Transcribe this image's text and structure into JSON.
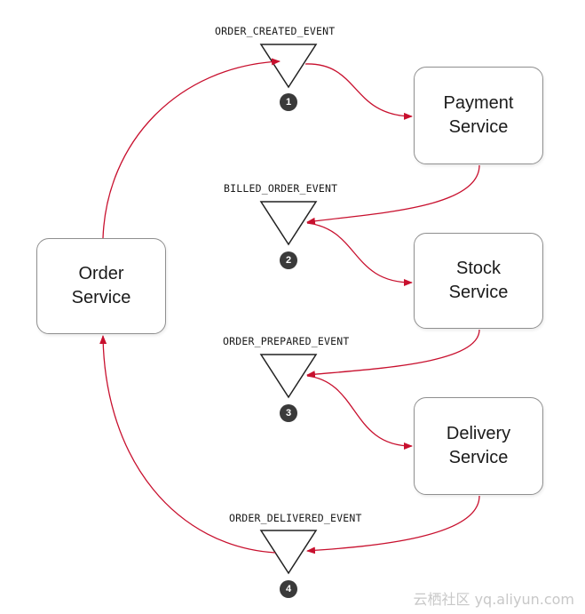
{
  "colors": {
    "arrow": "#c8102e",
    "box_border": "#8f8f8f",
    "badge_bg": "#3a3a3a"
  },
  "services": {
    "order": {
      "line1": "Order",
      "line2": "Service"
    },
    "payment": {
      "line1": "Payment",
      "line2": "Service"
    },
    "stock": {
      "line1": "Stock",
      "line2": "Service"
    },
    "delivery": {
      "line1": "Delivery",
      "line2": "Service"
    }
  },
  "events": [
    {
      "name": "ORDER_CREATED_EVENT",
      "step": "1"
    },
    {
      "name": "BILLED_ORDER_EVENT",
      "step": "2"
    },
    {
      "name": "ORDER_PREPARED_EVENT",
      "step": "3"
    },
    {
      "name": "ORDER_DELIVERED_EVENT",
      "step": "4"
    }
  ],
  "watermark": "云栖社区 yq.aliyun.com"
}
